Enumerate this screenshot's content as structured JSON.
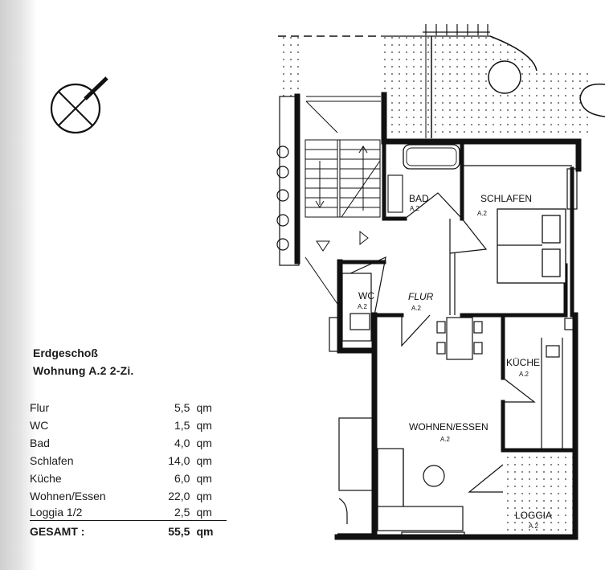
{
  "floor": "Erdgeschoß",
  "unit": "Wohnung A.2  2-Zi.",
  "areas": [
    {
      "name": "Flur",
      "value": "5,5",
      "unit": "qm"
    },
    {
      "name": "WC",
      "value": "1,5",
      "unit": "qm"
    },
    {
      "name": "Bad",
      "value": "4,0",
      "unit": "qm"
    },
    {
      "name": "Schlafen",
      "value": "14,0",
      "unit": "qm"
    },
    {
      "name": "Küche",
      "value": "6,0",
      "unit": "qm"
    },
    {
      "name": "Wohnen/Essen",
      "value": "22,0",
      "unit": "qm"
    },
    {
      "name": "Loggia 1/2",
      "value": "2,5",
      "unit": "qm"
    }
  ],
  "total": {
    "label": "GESAMT :",
    "value": "55,5",
    "unit": "qm"
  },
  "rooms": [
    {
      "label": "BAD",
      "code": "A.2"
    },
    {
      "label": "SCHLAFEN",
      "code": "A.2"
    },
    {
      "label": "WC",
      "code": "A.2"
    },
    {
      "label": "FLUR",
      "code": "A.2"
    },
    {
      "label": "KÜCHE",
      "code": "A.2"
    },
    {
      "label": "WOHNEN/ESSEN",
      "code": "A.2"
    },
    {
      "label": "LOGGIA",
      "code": "A.2"
    }
  ]
}
